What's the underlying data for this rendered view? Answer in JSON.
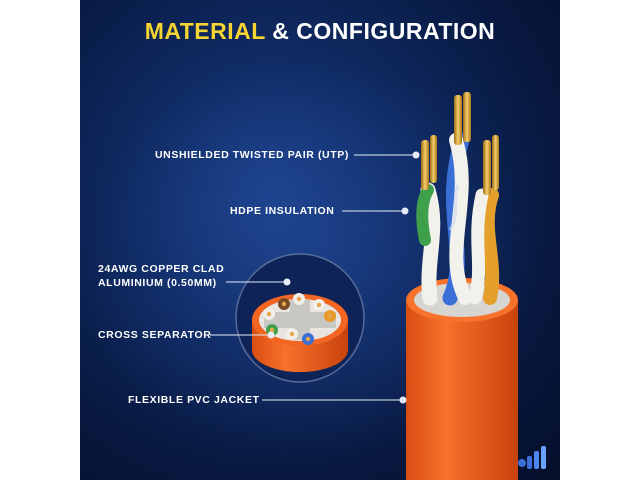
{
  "title": {
    "highlight": "MATERIAL",
    "rest": "& CONFIGURATION"
  },
  "labels": {
    "utp": "UNSHIELDED TWISTED PAIR (UTP)",
    "hdpe": "HDPE INSULATION",
    "copper_line1": "24AWG COPPER CLAD",
    "copper_line2": "ALUMINIUM (0.50MM)",
    "separator": "CROSS SEPARATOR",
    "jacket": "FLEXIBLE PVC JACKET"
  },
  "colors": {
    "accent": "#f5d330",
    "jacket": "#f26522",
    "background": "#0b1f4d"
  },
  "icons": {
    "brand": "brand-bars-icon"
  }
}
